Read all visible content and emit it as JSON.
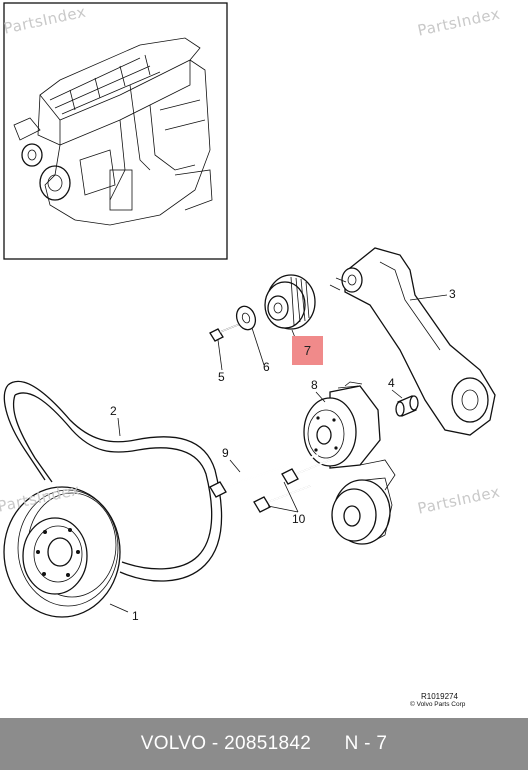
{
  "watermarks": [
    "PartsIndex",
    "PartsIndex",
    "PartsIndex",
    "PartsIndex"
  ],
  "callouts": [
    "1",
    "2",
    "3",
    "4",
    "5",
    "6",
    "7",
    "8",
    "9",
    "10"
  ],
  "highlight": {
    "number": "7",
    "color": "#f08a8a"
  },
  "reference": {
    "code": "R1019274",
    "copyright": "© Volvo Parts Corp"
  },
  "footer": {
    "brand": "VOLVO",
    "separator": "-",
    "part_number": "20851842",
    "position": "N - 7"
  },
  "colors": {
    "footer_bg": "#8c8c8c",
    "watermark": "#c9c9c9"
  }
}
